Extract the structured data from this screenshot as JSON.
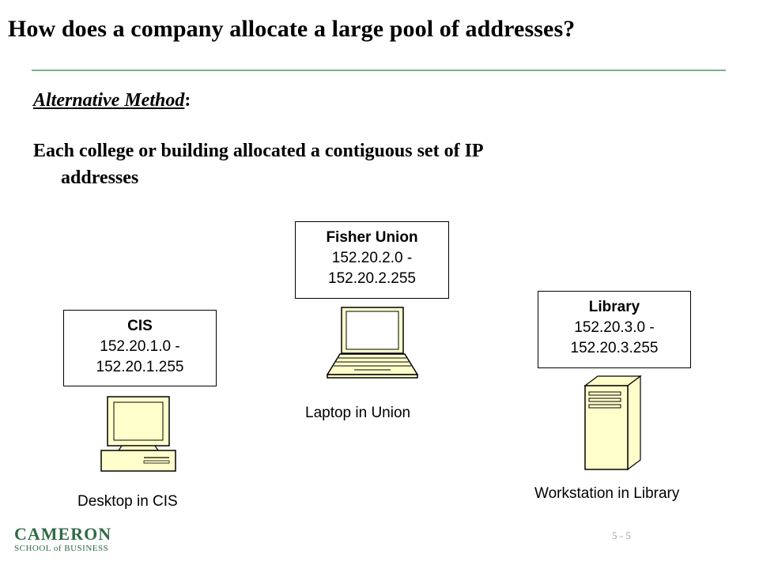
{
  "slide": {
    "title": "How does a company allocate a large pool of addresses?",
    "subtitle_underlined": "Alternative Method",
    "subtitle_colon": ":",
    "body_line1": "Each college or building allocated a contiguous set of IP",
    "body_line2": "addresses",
    "page_number": "5 - 5"
  },
  "logo": {
    "name": "CAMERON",
    "school": "SCHOOL of BUSINESS"
  },
  "nodes": {
    "cis": {
      "name": "CIS",
      "range_start": "152.20.1.0 -",
      "range_end": "152.20.1.255",
      "caption": "Desktop in CIS",
      "icon": "desktop-computer-icon"
    },
    "union": {
      "name": "Fisher Union",
      "range_start": "152.20.2.0 -",
      "range_end": "152.20.2.255",
      "caption": "Laptop in Union",
      "icon": "laptop-icon"
    },
    "library": {
      "name": "Library",
      "range_start": "152.20.3.0 -",
      "range_end": "152.20.3.255",
      "caption": "Workstation in Library",
      "icon": "tower-server-icon"
    }
  },
  "colors": {
    "accent_rule": "#7fae8e",
    "device_fill": "#ffffcc",
    "logo_green": "#2f6b45"
  }
}
